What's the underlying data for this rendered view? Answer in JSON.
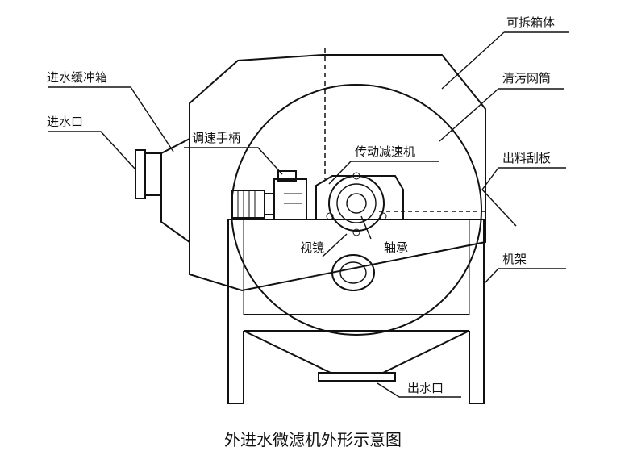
{
  "labels": {
    "detachable_housing": "可拆箱体",
    "inlet_buffer_box": "进水缓冲箱",
    "cleaning_drum": "清污网筒",
    "water_inlet": "进水口",
    "speed_handle": "调速手柄",
    "drive_reducer": "传动减速机",
    "discharge_scraper": "出料刮板",
    "sight_glass": "视镜",
    "bearing": "轴承",
    "frame": "机架",
    "water_outlet": "出水口"
  },
  "caption": "外进水微滤机外形示意图",
  "colors": {
    "line": "#111111",
    "background": "#ffffff"
  }
}
